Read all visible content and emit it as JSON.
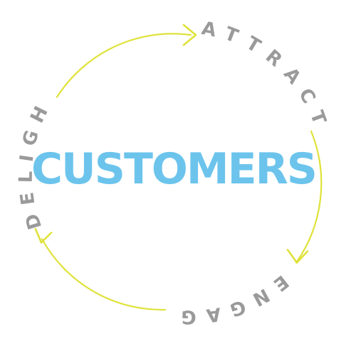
{
  "center_title": "CUSTOMERS",
  "stages": [
    {
      "name": "attract",
      "label": "ATTRACT"
    },
    {
      "name": "engage",
      "label": "ENGAGE"
    },
    {
      "name": "delight",
      "label": "DELIGHT"
    }
  ],
  "colors": {
    "center_text": "#6cc4ec",
    "stage_text": "#9a9a9a",
    "cycle_line": "#dfe23a",
    "background": "#ffffff"
  },
  "icons": {
    "arrow": "arrowhead-icon"
  }
}
